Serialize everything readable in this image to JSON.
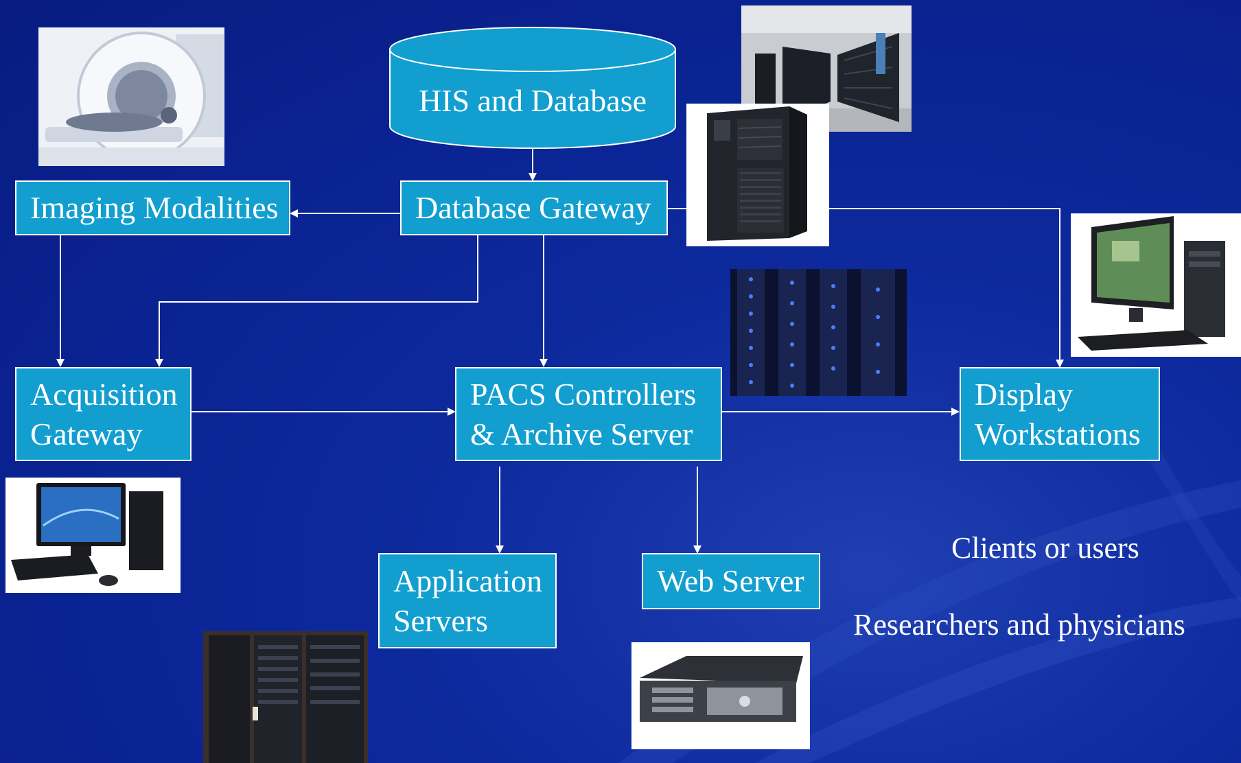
{
  "nodes": {
    "his_database": "HIS and Database",
    "database_gateway": "Database Gateway",
    "imaging_modalities": "Imaging Modalities",
    "acquisition_gateway": [
      "Acquisition",
      "Gateway"
    ],
    "pacs_controllers": [
      "PACS Controllers",
      "& Archive Server"
    ],
    "display_workstations": [
      "Display",
      "Workstations"
    ],
    "application_servers": [
      "Application",
      "Servers"
    ],
    "web_server": "Web Server"
  },
  "annotations": {
    "clients": "Clients or users",
    "researchers": "Researchers and physicians"
  },
  "images": [
    "ct-scanner-photo",
    "datacenter-aisle-photo",
    "ibm-tower-server-photo",
    "blue-server-rack-photo",
    "desktop-workstation-photo",
    "desktop-pc-photo",
    "server-rack-cabinet-photo",
    "rack-server-photo"
  ],
  "colors": {
    "background": "#0d2a9e",
    "box_fill": "#129fd0",
    "box_border": "#ffffff",
    "arrow": "#ffffff"
  }
}
